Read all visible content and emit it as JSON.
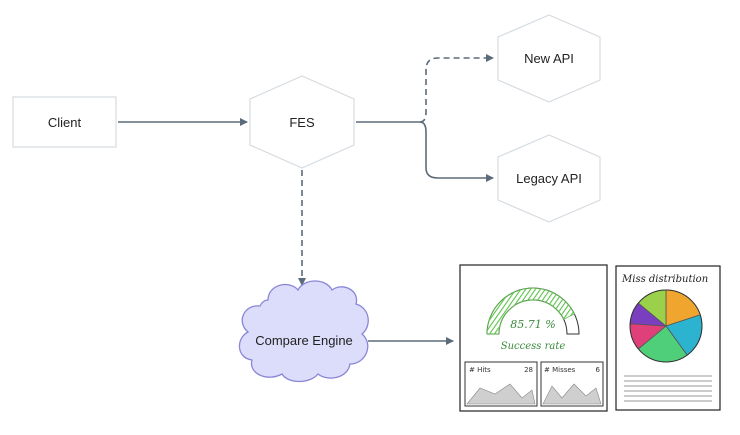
{
  "nodes": {
    "client": "Client",
    "fes": "FES",
    "new_api": "New API",
    "legacy_api": "Legacy API",
    "compare_engine": "Compare Engine"
  },
  "dashboard": {
    "gauge_value": "85.71 %",
    "gauge_caption": "Success rate",
    "gauge_fraction": 0.8571,
    "hits_label": "# Hits",
    "hits_value": "28",
    "misses_label": "# Misses",
    "misses_value": "6"
  },
  "report": {
    "title": "Miss distribution",
    "slices": [
      {
        "color": "#f0a52e"
      },
      {
        "color": "#2bb3cf"
      },
      {
        "color": "#4fcf7a"
      },
      {
        "color": "#e0407a"
      },
      {
        "color": "#7a3fbf"
      },
      {
        "color": "#9ad04a"
      }
    ]
  },
  "colors": {
    "edge": "#5b6b7a",
    "node_border": "#d5dbe0",
    "cloud_fill": "#dcdcfb",
    "cloud_stroke": "#8a86d6",
    "gauge_green": "#3a8a3a"
  }
}
